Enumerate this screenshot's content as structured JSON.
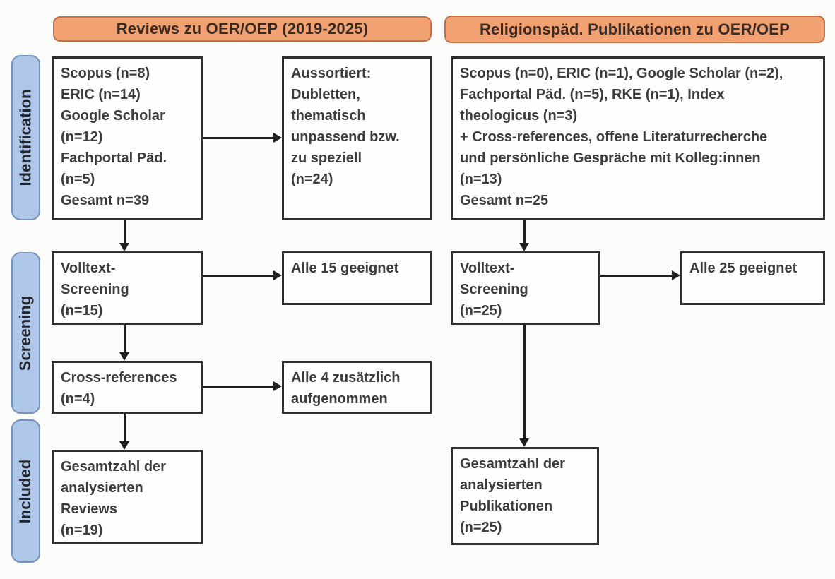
{
  "palette": {
    "header_fill": "#F2A272",
    "header_border": "#C0714A",
    "header_text": "#3B2A21",
    "stage_fill": "#AEC6E8",
    "stage_border": "#7593BC",
    "stage_text": "#23262E",
    "box_border": "#2E2E2E",
    "box_fill": "#FEFEFE",
    "box_text": "#3C3C3C",
    "arrow": "#1F1F1F",
    "background": "#FBFBFA"
  },
  "stages": [
    {
      "label": "Identification"
    },
    {
      "label": "Screening"
    },
    {
      "label": "Included"
    }
  ],
  "left": {
    "header": "Reviews zu OER/OEP (2019-2025)",
    "sources_box": [
      "Scopus (n=8)",
      "ERIC (n=14)",
      "Google Scholar",
      "(n=12)",
      "Fachportal Päd.",
      "(n=5)",
      "Gesamt n=39"
    ],
    "excluded_box": [
      "Aussortiert:",
      "Dubletten,",
      "thematisch",
      "unpassend bzw.",
      "zu speziell",
      "(n=24)"
    ],
    "fulltext_box": [
      "Volltext-",
      "Screening",
      "(n=15)"
    ],
    "eligible_box": [
      "Alle 15 geeignet"
    ],
    "crossref_box": [
      "Cross-references",
      "(n=4)"
    ],
    "added_box": [
      "Alle 4 zusätzlich",
      "aufgenommen"
    ],
    "included_box": [
      "Gesamtzahl der",
      "analysierten",
      "Reviews",
      "(n=19)"
    ]
  },
  "right": {
    "header": "Religionspäd. Publikationen zu OER/OEP",
    "sources_box": [
      "Scopus (n=0), ERIC (n=1), Google Scholar (n=2),",
      "Fachportal Päd. (n=5), RKE (n=1), Index",
      "theologicus (n=3)",
      "+ Cross-references, offene Literaturrecherche",
      "und persönliche Gespräche mit Kolleg:innen",
      "(n=13)",
      "Gesamt n=25"
    ],
    "fulltext_box": [
      "Volltext-",
      "Screening",
      "(n=25)"
    ],
    "eligible_box": [
      "Alle 25 geeignet"
    ],
    "included_box": [
      "Gesamtzahl der",
      "analysierten",
      "Publikationen",
      "(n=25)"
    ]
  }
}
